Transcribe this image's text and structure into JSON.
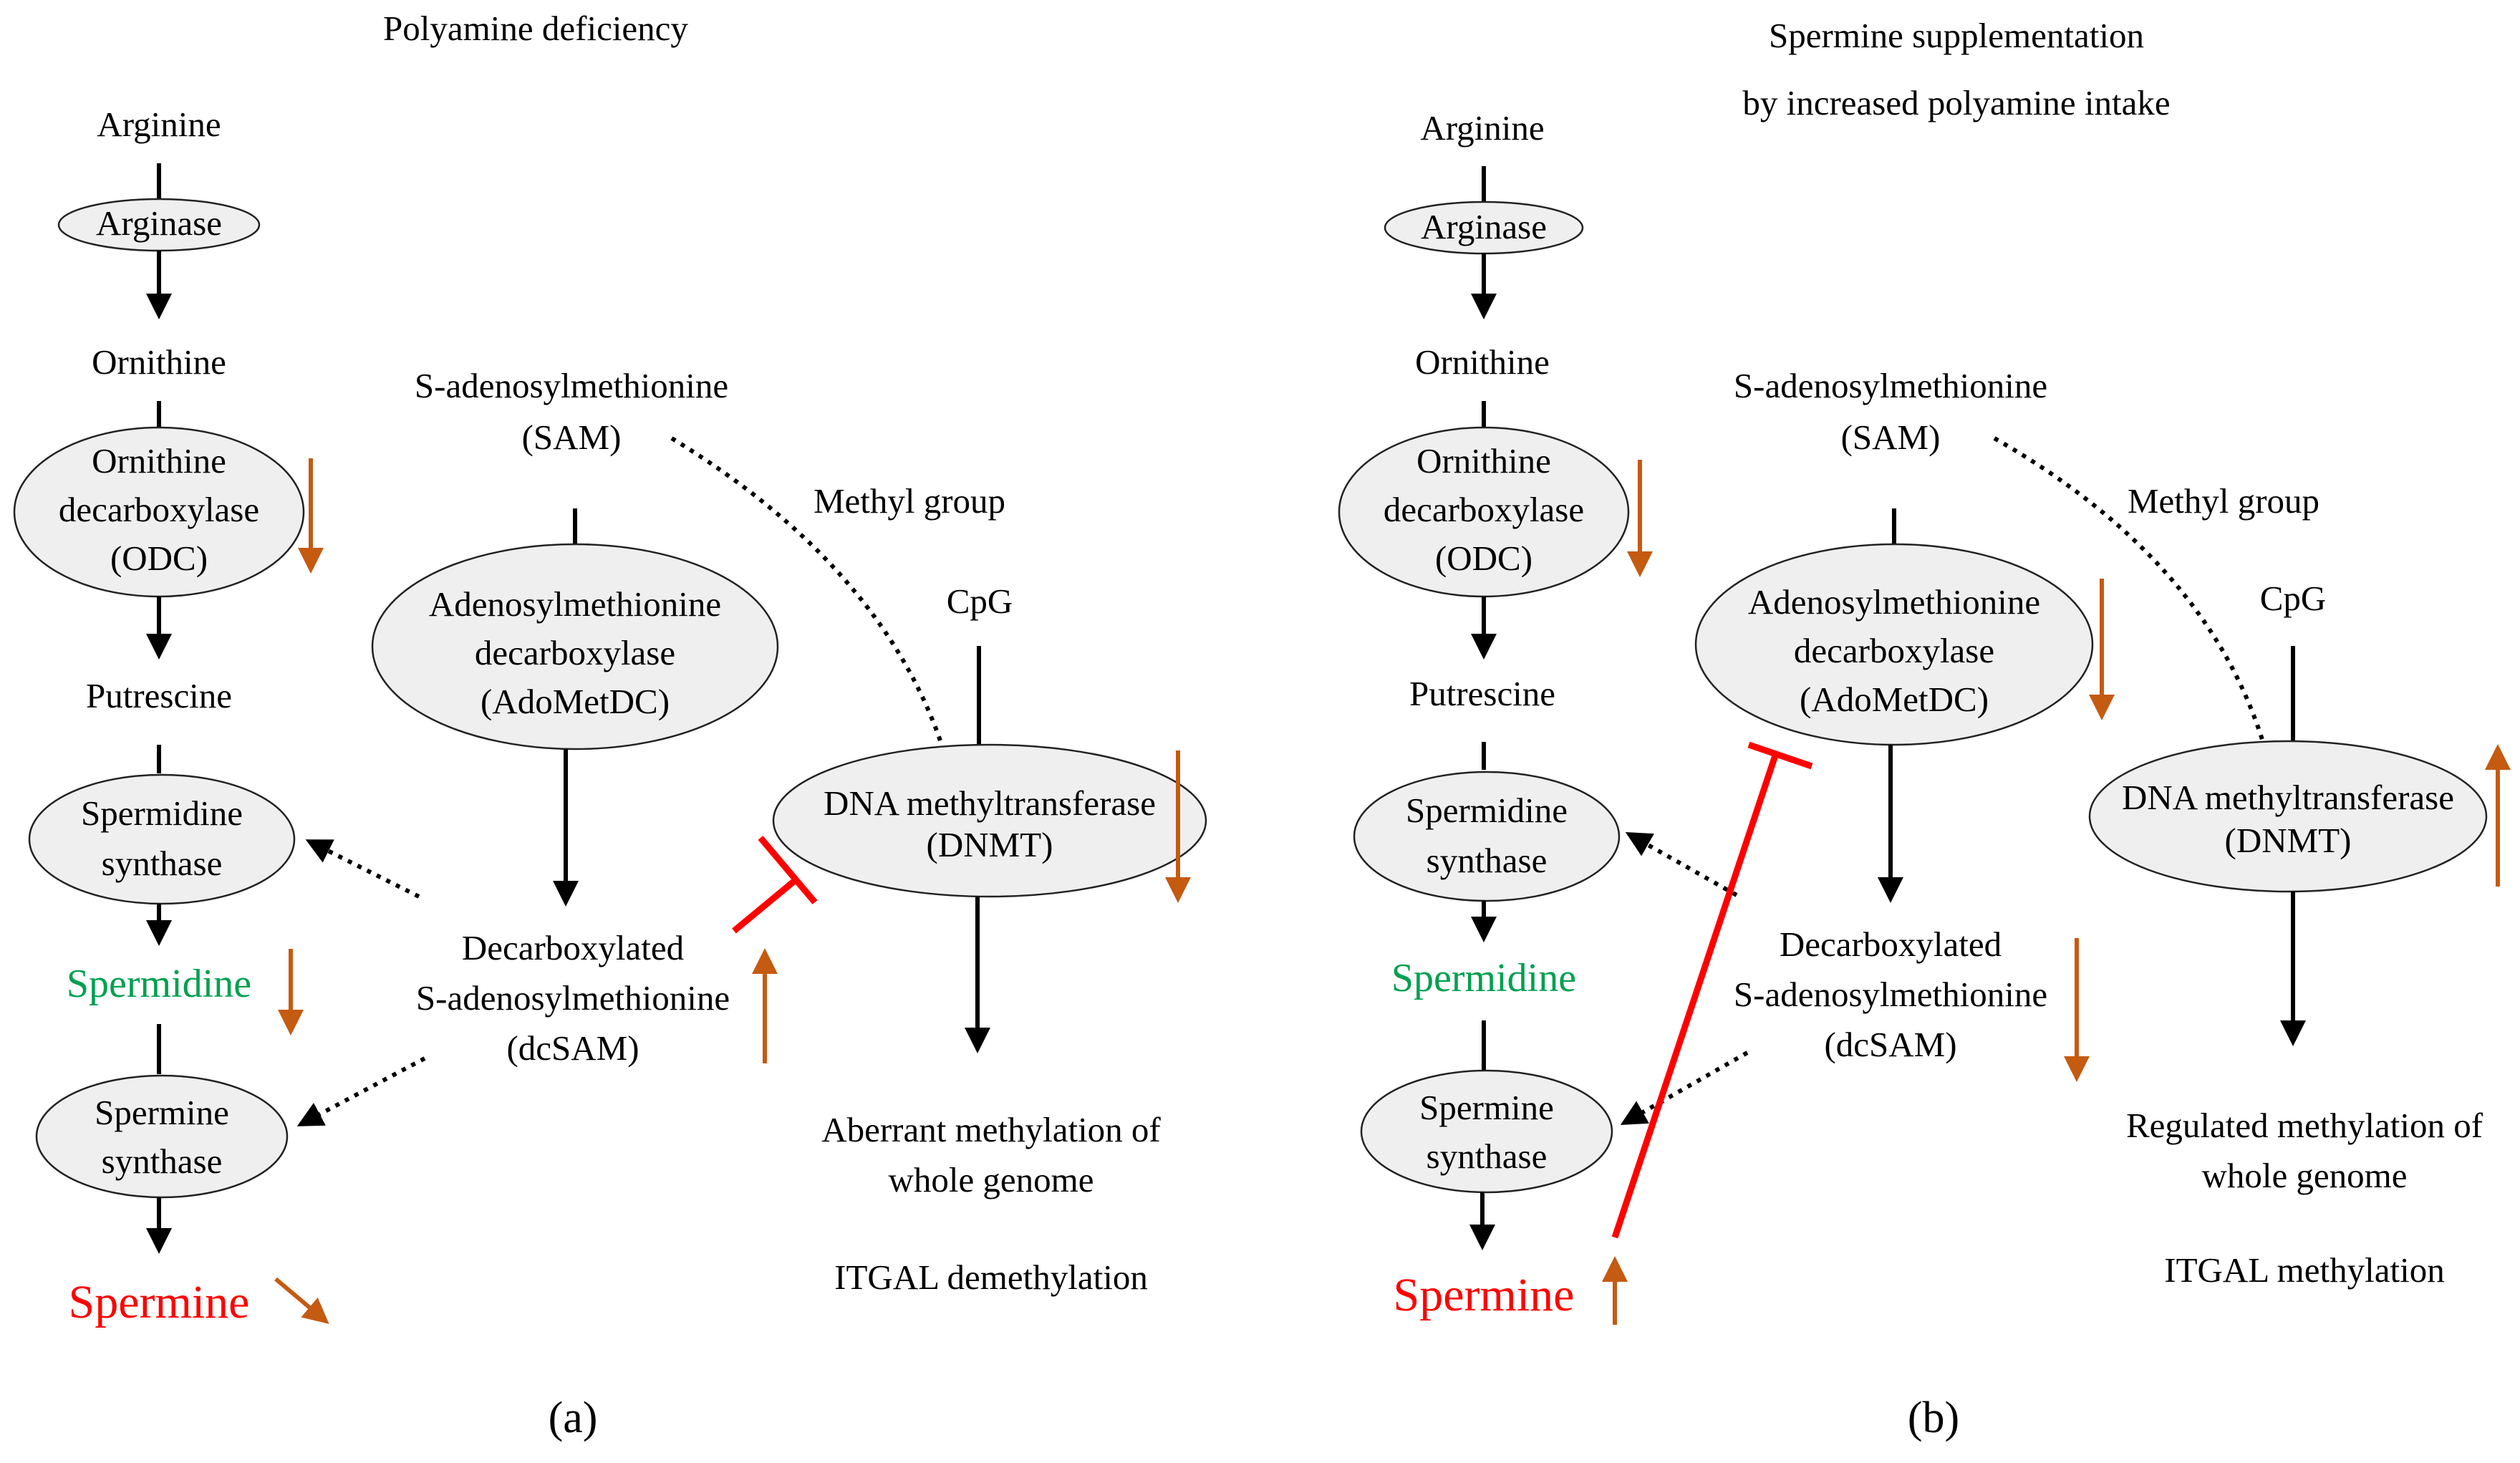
{
  "colors": {
    "orange": "#c55a11",
    "red": "#ff0000",
    "green": "#00a050",
    "ellipse_fill": "#efefef"
  },
  "panel_a": {
    "title": "Polyamine deficiency",
    "arginine": "Arginine",
    "arginase": "Arginase",
    "ornithine": "Ornithine",
    "odc_line1": "Ornithine",
    "odc_line2": "decarboxylase",
    "odc_line3": "(ODC)",
    "putrescine": "Putrescine",
    "spds_line1": "Spermidine",
    "spds_line2": "synthase",
    "spermidine": "Spermidine",
    "spms_line1": "Spermine",
    "spms_line2": "synthase",
    "spermine": "Spermine",
    "sam_line1": "S-adenosylmethionine",
    "sam_line2": "(SAM)",
    "adometdc_line1": "Adenosylmethionine",
    "adometdc_line2": "decarboxylase",
    "adometdc_line3": "(AdoMetDC)",
    "dcsam_line1": "Decarboxylated",
    "dcsam_line2": "S-adenosylmethionine",
    "dcsam_line3": "(dcSAM)",
    "methyl_group": "Methyl group",
    "cpg": "CpG",
    "dnmt_line1": "DNA methyltransferase",
    "dnmt_line2": "(DNMT)",
    "outcome_line1": "Aberrant methylation of",
    "outcome_line2": "whole genome",
    "itgal": "ITGAL   demethylation",
    "label": "(a)"
  },
  "panel_b": {
    "title_line1": "Spermine supplementation",
    "title_line2": "by increased polyamine intake",
    "arginine": "Arginine",
    "arginase": "Arginase",
    "ornithine": "Ornithine",
    "odc_line1": "Ornithine",
    "odc_line2": "decarboxylase",
    "odc_line3": "(ODC)",
    "putrescine": "Putrescine",
    "spds_line1": "Spermidine",
    "spds_line2": "synthase",
    "spermidine": "Spermidine",
    "spms_line1": "Spermine",
    "spms_line2": "synthase",
    "spermine": "Spermine",
    "sam_line1": "S-adenosylmethionine",
    "sam_line2": "(SAM)",
    "adometdc_line1": "Adenosylmethionine",
    "adometdc_line2": "decarboxylase",
    "adometdc_line3": "(AdoMetDC)",
    "dcsam_line1": "Decarboxylated",
    "dcsam_line2": "S-adenosylmethionine",
    "dcsam_line3": "(dcSAM)",
    "methyl_group": "Methyl group",
    "cpg": "CpG",
    "dnmt_line1": "DNA methyltransferase",
    "dnmt_line2": "(DNMT)",
    "outcome_line1": "Regulated methylation of",
    "outcome_line2": "whole genome",
    "itgal": "ITGAL  methylation",
    "label": "(b)"
  }
}
